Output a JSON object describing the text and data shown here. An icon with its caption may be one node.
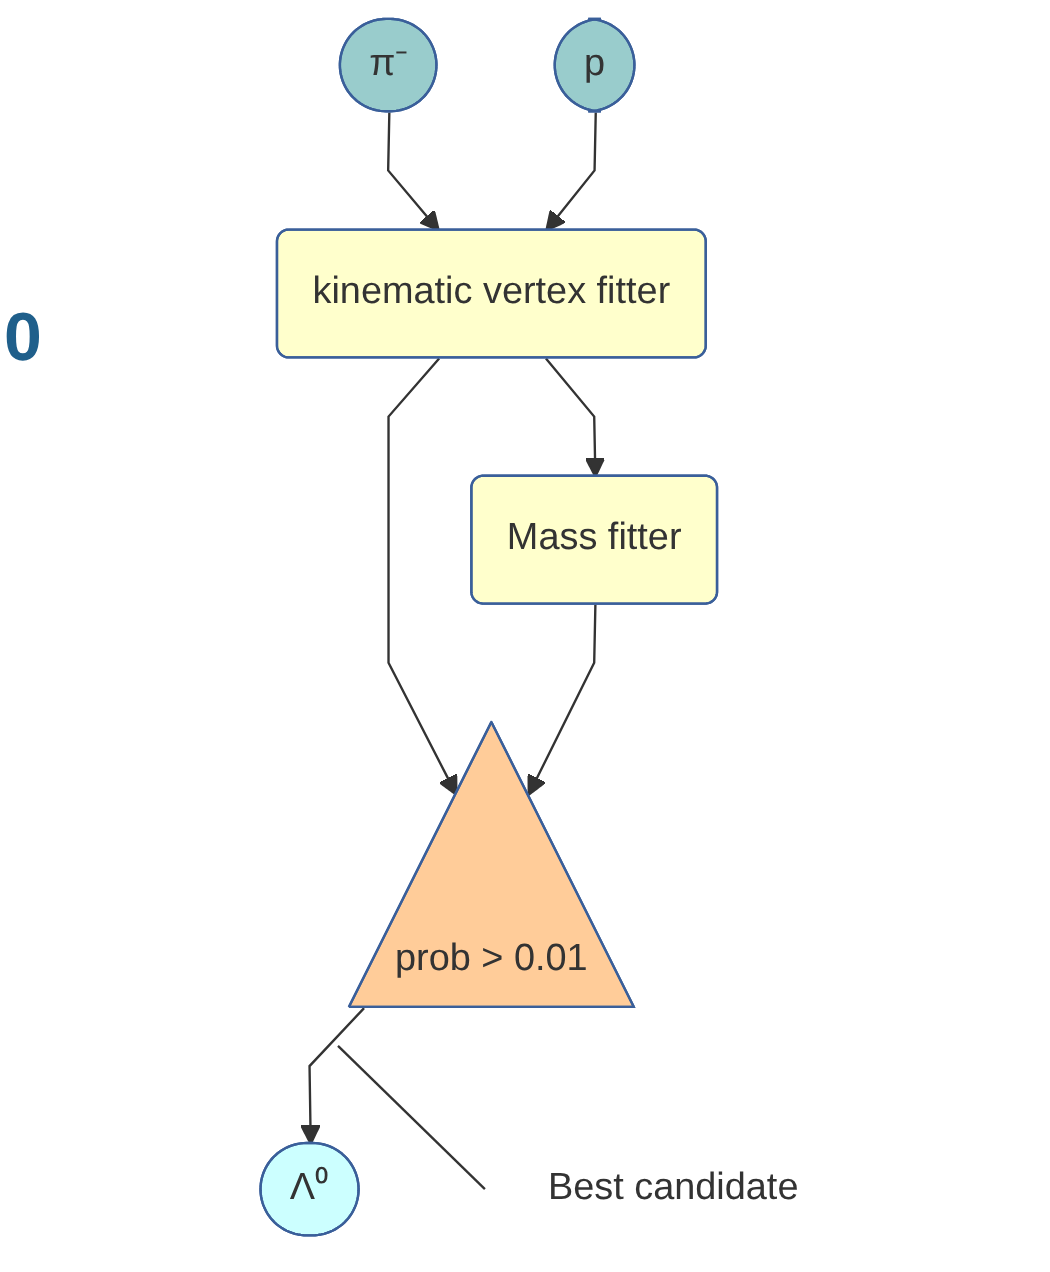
{
  "diagram": {
    "nodes": [
      {
        "text": [
          "π⁻"
        ]
      },
      {
        "text": [
          "p"
        ]
      },
      {
        "text": [
          "kinematic vertex fitter"
        ]
      },
      {
        "text": [
          "Mass fitter"
        ]
      },
      {
        "text": [
          "prob > 0.01"
        ]
      },
      {
        "text": [
          "Λ⁰"
        ]
      },
      {
        "text": [
          "Best candidate"
        ]
      }
    ],
    "edges": [
      {
        "from": 0,
        "to": 2,
        "arrow": "to"
      },
      {
        "from": 1,
        "to": 2,
        "arrow": "to"
      },
      {
        "from": 2,
        "to": 3,
        "arrow": "to"
      },
      {
        "from": 2,
        "to": 4,
        "arrow": "to"
      },
      {
        "from": 3,
        "to": 4,
        "arrow": "to"
      },
      {
        "from": 4,
        "to": 5,
        "arrow": "to"
      },
      {
        "from": 6,
        "to": null,
        "arrow": "none"
      }
    ],
    "labels": [
      "0"
    ]
  }
}
